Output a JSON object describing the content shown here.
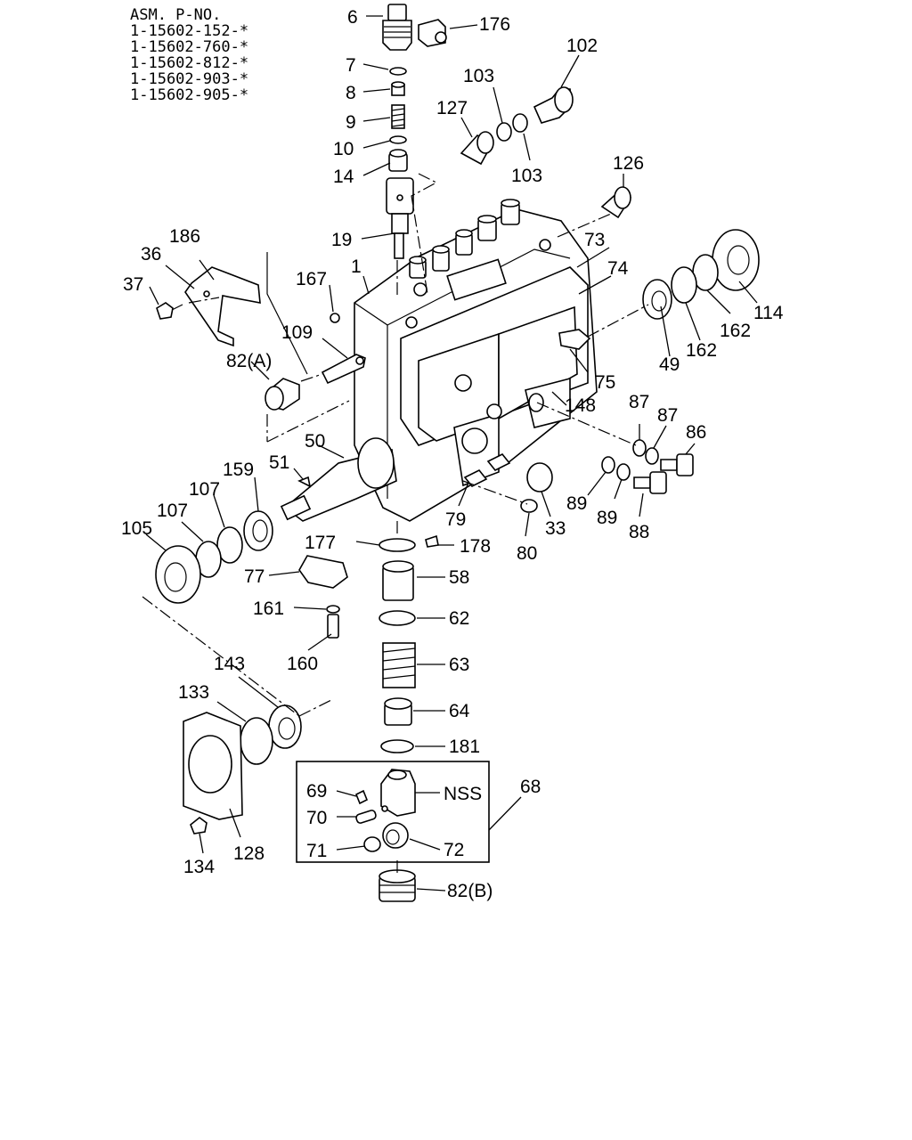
{
  "header": {
    "title": "ASM. P-NO.",
    "part_numbers": [
      "1-15602-152-*",
      "1-15602-760-*",
      "1-15602-812-*",
      "1-15602-903-*",
      "1-15602-905-*"
    ]
  },
  "callouts": {
    "c1": "1",
    "c6": "6",
    "c7": "7",
    "c8": "8",
    "c9": "9",
    "c10": "10",
    "c14": "14",
    "c19": "19",
    "c33": "33",
    "c36": "36",
    "c37": "37",
    "c49": "49",
    "c50": "50",
    "c51": "51",
    "c58": "58",
    "c62": "62",
    "c63": "63",
    "c64": "64",
    "c68": "68",
    "c69": "69",
    "c70": "70",
    "c71": "71",
    "c72": "72",
    "c73": "73",
    "c74": "74",
    "c75": "75",
    "c77": "77",
    "c79": "79",
    "c80": "80",
    "c82a": "82(A)",
    "c82b": "82(B)",
    "c86": "86",
    "c87a": "87",
    "c87b": "87",
    "c88": "88",
    "c89a": "89",
    "c89b": "89",
    "c102": "102",
    "c103a": "103",
    "c103b": "103",
    "c105": "105",
    "c107a": "107",
    "c107b": "107",
    "c109": "109",
    "c114": "114",
    "c126": "126",
    "c127": "127",
    "c128": "128",
    "c133": "133",
    "c134": "134",
    "c143": "143",
    "c148": "148",
    "c159": "159",
    "c160": "160",
    "c161": "161",
    "c162a": "162",
    "c162b": "162",
    "c167": "167",
    "c176": "176",
    "c177": "177",
    "c178": "178",
    "c181": "181",
    "c186": "186",
    "nss": "NSS"
  }
}
